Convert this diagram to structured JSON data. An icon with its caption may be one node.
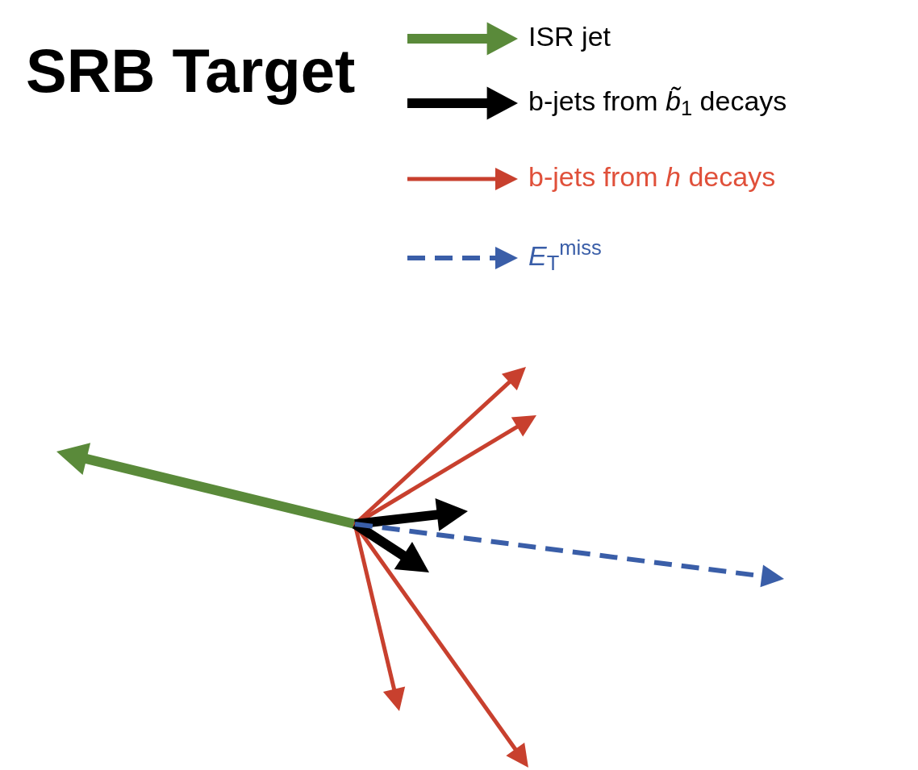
{
  "diagram": {
    "title": "SRB Target",
    "legend": [
      {
        "text": "ISR jet"
      },
      {
        "text": "b-jets from *b̃*$_{1}$ decays"
      },
      {
        "text": "b-jets from *h* decays"
      },
      {
        "text": "*E*$_{T}$$^{miss}$"
      }
    ]
  }
}
